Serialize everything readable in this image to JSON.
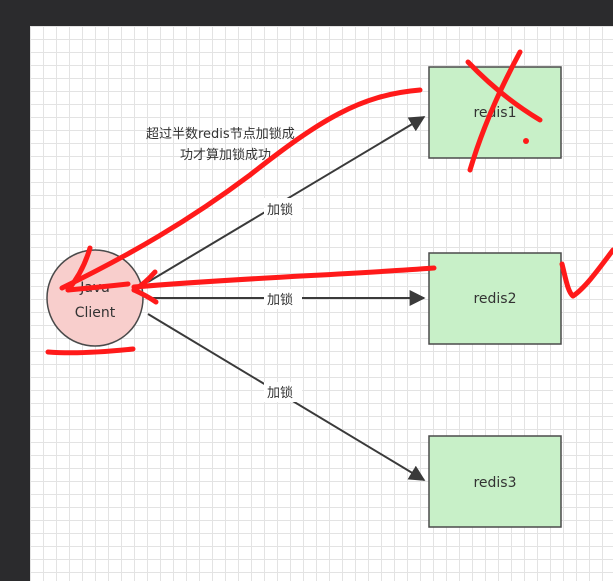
{
  "nodes": {
    "client": {
      "label_line1": "Java",
      "label_line2": "Client"
    },
    "redis1": {
      "label": "redis1"
    },
    "redis2": {
      "label": "redis2"
    },
    "redis3": {
      "label": "redis3"
    }
  },
  "edges": {
    "to_redis1": {
      "label": "加锁"
    },
    "to_redis2": {
      "label": "加锁"
    },
    "to_redis3": {
      "label": "加锁"
    }
  },
  "annotation": {
    "line1": "超过半数redis节点加锁成",
    "line2": "功才算加锁成功"
  },
  "colors": {
    "server_fill": "#c8f0c8",
    "client_fill": "#f8cecc",
    "ink": "#ff1a1a"
  }
}
